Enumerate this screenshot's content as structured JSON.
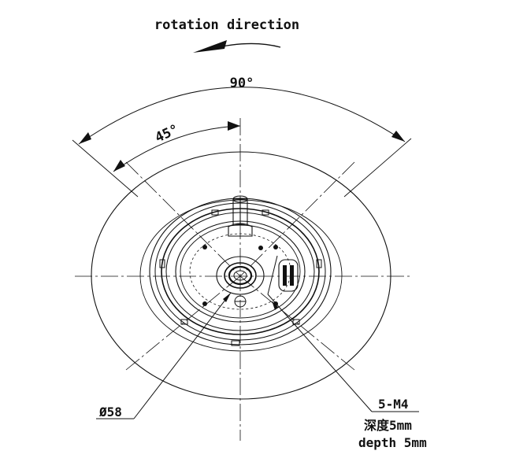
{
  "title": "rotation direction",
  "angles": {
    "big": "90°",
    "small": "45°"
  },
  "callouts": {
    "diameter": "Ø58",
    "thread": "5-M4",
    "depth_cn": "深度5mm",
    "depth_en": "depth 5mm"
  },
  "colors": {
    "line": "#111111",
    "background": "#ffffff"
  }
}
